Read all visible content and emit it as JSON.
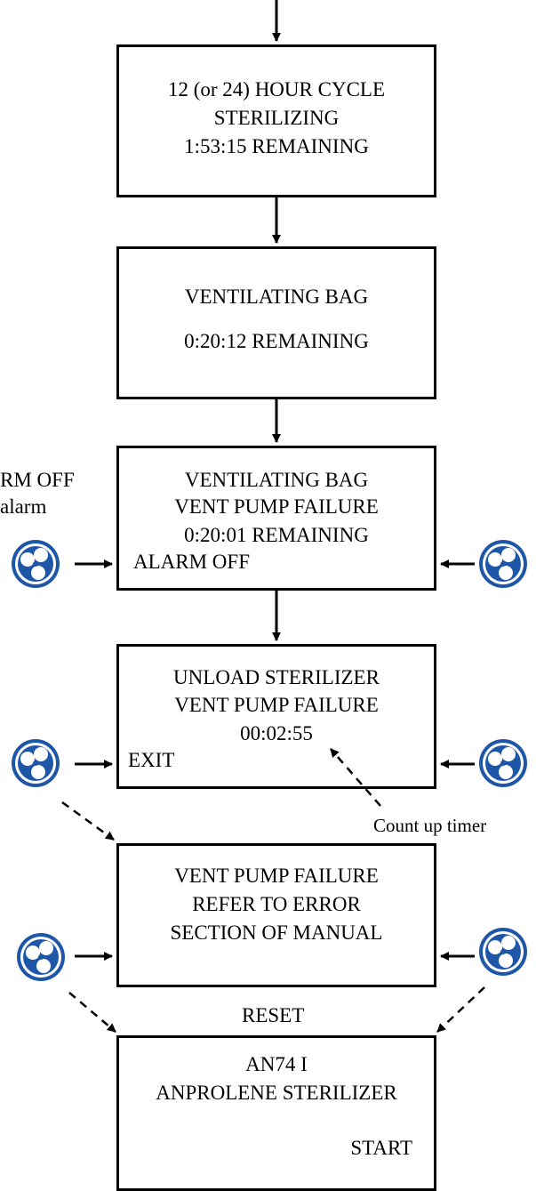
{
  "screens": [
    {
      "lines": [
        "12 (or 24) HOUR CYCLE",
        "STERILIZING",
        "1:53:15  REMAINING"
      ]
    },
    {
      "lines": [
        "VENTILATING BAG",
        "",
        "0:20:12  REMAINING"
      ]
    },
    {
      "lines": [
        "VENTILATING BAG",
        "VENT PUMP FAILURE",
        "0:20:01 REMAINING"
      ],
      "left_softkey": "ALARM OFF"
    },
    {
      "lines": [
        "UNLOAD STERILIZER",
        "VENT PUMP FAILURE",
        "00:02:55"
      ],
      "left_softkey": "EXIT"
    },
    {
      "lines": [
        "VENT PUMP FAILURE",
        "REFER TO ERROR",
        "SECTION OF MANUAL"
      ]
    },
    {
      "lines": [
        "AN74 I",
        "ANPROLENE STERILIZER"
      ],
      "right_softkey": "START"
    }
  ],
  "side_note": {
    "line1": "RM OFF",
    "line2": "alarm"
  },
  "annotations": {
    "count_up_timer": "Count up timer",
    "reset": "RESET"
  },
  "colors": {
    "button_blue": "#1f57a8",
    "line": "#000000"
  },
  "icons": {
    "button": "fan-button-icon"
  }
}
